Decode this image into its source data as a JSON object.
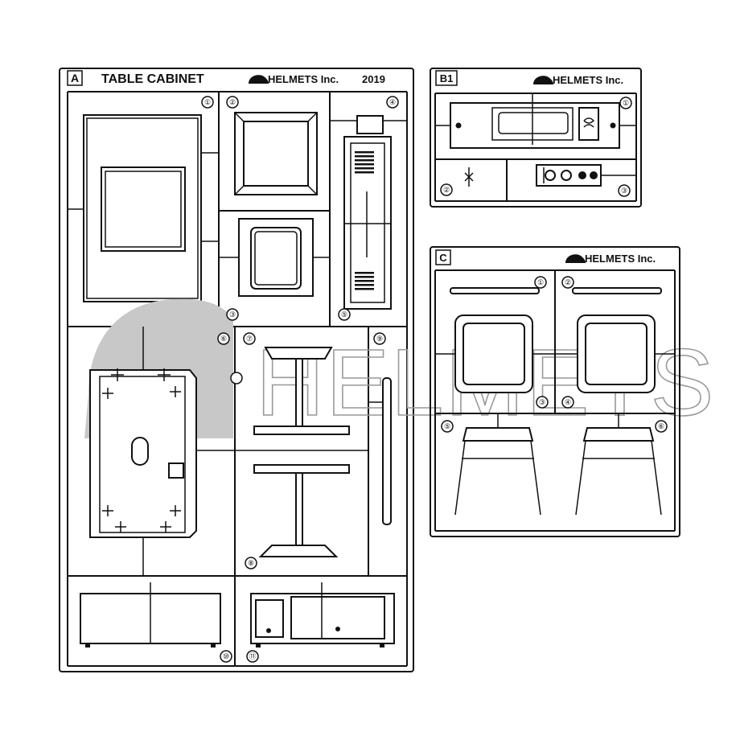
{
  "sheet_a": {
    "tag": "A",
    "title": "TABLE CABINET",
    "brand": "HELMETS Inc.",
    "year": "2019",
    "part_numbers": [
      "①",
      "②",
      "③",
      "④",
      "⑤",
      "⑥",
      "⑦",
      "⑧",
      "⑨",
      "⑩",
      "⑪"
    ]
  },
  "sheet_b1": {
    "tag": "B1",
    "brand": "HELMETS Inc.",
    "part_numbers": [
      "①",
      "②",
      "③"
    ]
  },
  "sheet_c": {
    "tag": "C",
    "brand": "HELMETS Inc.",
    "part_numbers": [
      "①",
      "②",
      "③",
      "④",
      "⑤",
      "⑥"
    ]
  },
  "watermark": {
    "text": "HELMETS",
    "color": "#9a9a9a"
  },
  "colors": {
    "line": "#111111",
    "background": "#ffffff",
    "watermark_fill": "#c8c8c8"
  }
}
